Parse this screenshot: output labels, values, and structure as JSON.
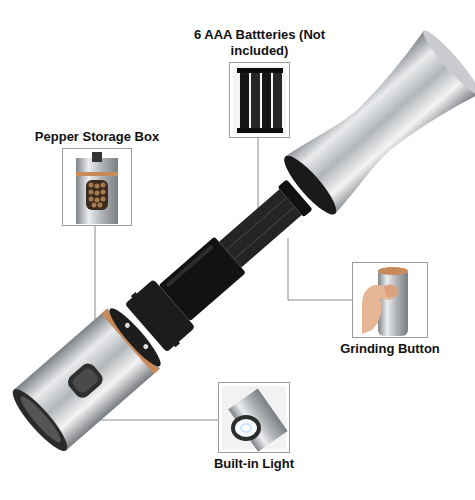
{
  "diagram": {
    "nodes": [
      {
        "text": [
          "6 AAA Battteries (Not included)"
        ]
      },
      {
        "text": [
          "Pepper Storage Box"
        ]
      },
      {
        "text": [
          "Grinding Button"
        ]
      },
      {
        "text": [
          "Built-in Light"
        ]
      }
    ]
  }
}
